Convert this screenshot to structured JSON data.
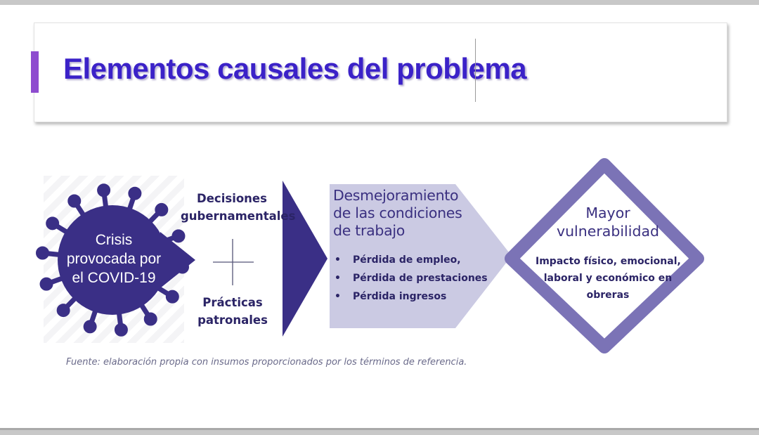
{
  "title": "Elementos causales del problema",
  "diagram": {
    "cause": [
      "Crisis",
      "provocada por",
      "el COVID-19"
    ],
    "factor_1": [
      "Decisiones",
      "gubernamentales"
    ],
    "factor_2": [
      "Prácticas",
      "patronales"
    ],
    "conditions": {
      "title": [
        "Desmejoramiento",
        "de las condiciones",
        "de trabajo"
      ],
      "items": [
        "Pérdida de empleo,",
        "Pérdida de prestaciones",
        "Pérdida ingresos"
      ]
    },
    "outcome": {
      "title": [
        "Mayor",
        "vulnerabilidad"
      ],
      "body": [
        "Impacto físico, emocional,",
        "laboral y económico en",
        "obreras"
      ]
    }
  },
  "source": "Fuente: elaboración propia con insumos proporcionados por los términos de referencia.",
  "colors": {
    "title": "#3b22c8",
    "accent_bar": "#8e4ccf",
    "virus": "#3a2f86",
    "conditions_fill": "#cbcae3",
    "diamond": "#7b73b6",
    "text_dark": "#2b2466"
  }
}
